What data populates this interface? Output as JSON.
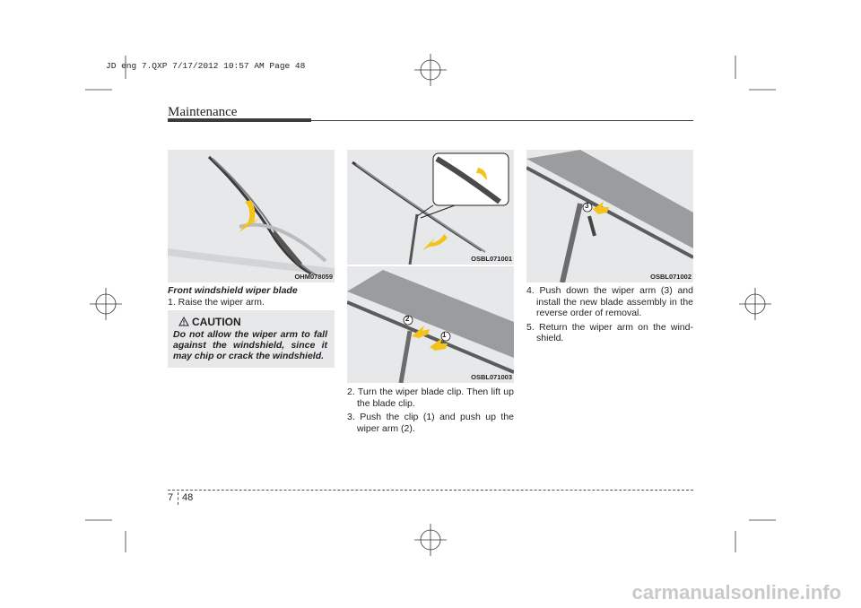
{
  "slug": "JD eng 7.QXP  7/17/2012  10:57 AM  Page 48",
  "section_title": "Maintenance",
  "figures": {
    "fig1_code": "OHM078059",
    "fig2_code": "OSBL071001",
    "fig3_code": "OSBL071003",
    "fig4_code": "OSBL071002"
  },
  "col1": {
    "caption": "Front windshield wiper blade",
    "step1": "1. Raise the wiper arm."
  },
  "caution": {
    "title": "CAUTION",
    "text": "Do not allow the wiper arm to fall against the windshield, since it may chip or crack the windshield."
  },
  "col2": {
    "step2": "2. Turn the wiper blade clip. Then lift up the blade clip.",
    "step3": "3. Push the clip (1) and push up the wiper arm (2)."
  },
  "col3": {
    "step4": "4. Push down the wiper arm (3) and install the new blade assembly in the reverse order of removal.",
    "step5": "5. Return the wiper arm on the wind-shield."
  },
  "callouts": {
    "one": "1",
    "two": "2",
    "three": "3"
  },
  "footer": {
    "chapter": "7",
    "page": "48"
  },
  "watermark": "carmanualsonline.info"
}
